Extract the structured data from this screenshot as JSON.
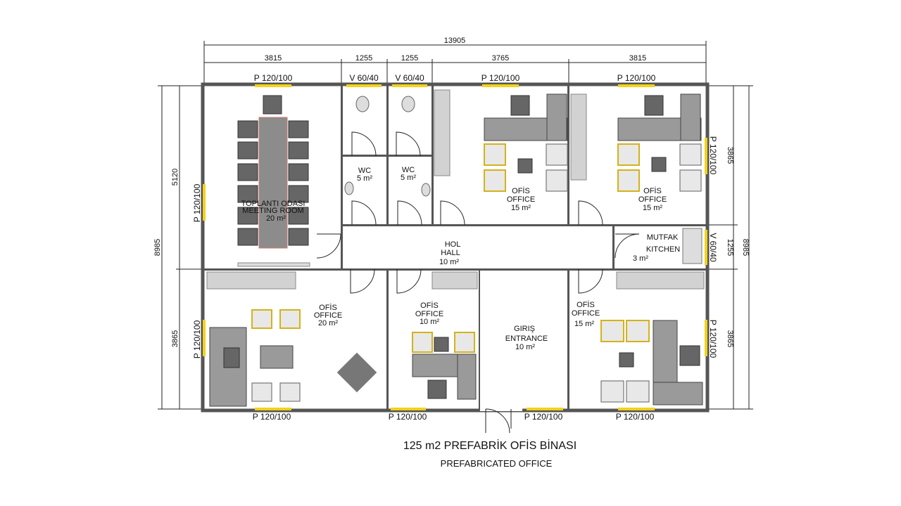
{
  "dimensions": {
    "total_width": "13905",
    "segments": [
      "3815",
      "1255",
      "1255",
      "3765",
      "3815"
    ],
    "left_top": "5120",
    "left_bottom": "3865",
    "left_total": "8985",
    "right_top": "3865",
    "right_mid": "1255",
    "right_bottom": "3865",
    "right_total": "8985"
  },
  "windows": {
    "top": [
      "P 120/100",
      "V 60/40",
      "V 60/40",
      "P 120/100",
      "P 120/100"
    ],
    "bottom": [
      "P 120/100",
      "P 120/100",
      "P 120/100",
      "P 120/100"
    ],
    "left": [
      "P 120/100",
      "P 120/100"
    ],
    "right": [
      "P 120/100",
      "V 60/40",
      "P 120/100"
    ]
  },
  "rooms": {
    "meeting": {
      "tr": "TOPLANTI ODASI",
      "en": "MEETING ROOM",
      "area": "20 m²"
    },
    "wc1": {
      "en": "WC",
      "area": "5 m²"
    },
    "wc2": {
      "en": "WC",
      "area": "5 m²"
    },
    "office_top1": {
      "tr": "OFİS",
      "en": "OFFICE",
      "area": "15 m²"
    },
    "office_top2": {
      "tr": "OFİS",
      "en": "OFFICE",
      "area": "15 m²"
    },
    "hall": {
      "tr": "HOL",
      "en": "HALL",
      "area": "10 m²"
    },
    "kitchen": {
      "tr": "MUTFAK",
      "en": "KITCHEN",
      "area": "3 m²"
    },
    "office_bottom1": {
      "tr": "OFİS",
      "en": "OFFICE",
      "area": "20 m²"
    },
    "office_bottom2": {
      "tr": "OFİS",
      "en": "OFFICE",
      "area": "10 m²"
    },
    "entrance": {
      "tr": "GIRIŞ",
      "en": "ENTRANCE",
      "area": "10 m²"
    },
    "office_bottom3": {
      "tr": "OFİS",
      "en": "OFFICE",
      "area": "15 m²"
    }
  },
  "title": "125 m2 PREFABRİK OFİS BİNASI",
  "subtitle": "PREFABRICATED OFFICE"
}
